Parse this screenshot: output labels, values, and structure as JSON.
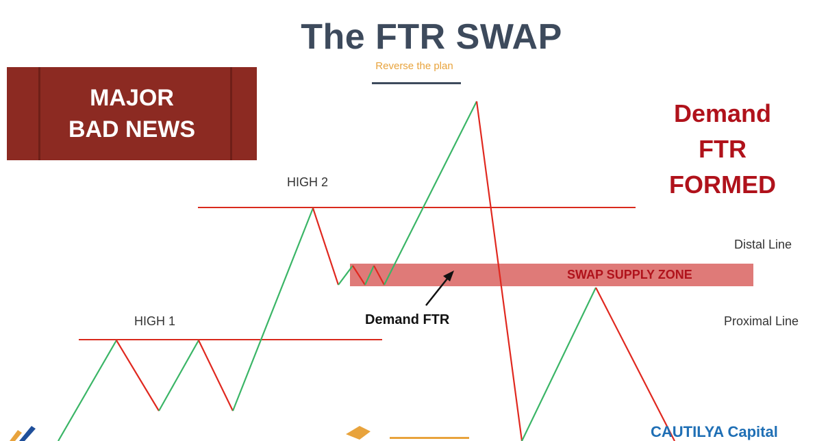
{
  "title": "The FTR SWAP",
  "subtitle": "Reverse the plan",
  "news_box": {
    "line1": "MAJOR",
    "line2": "BAD NEWS"
  },
  "demand_formed": {
    "line1": "Demand",
    "line2": "FTR",
    "line3": "FORMED"
  },
  "labels": {
    "high2": "HIGH 2",
    "high1": "HIGH 1",
    "distal": "Distal Line",
    "proximal": "Proximal Line",
    "zone": "SWAP SUPPLY ZONE",
    "demand_ftr": "Demand FTR"
  },
  "footer": {
    "right_logo": "CAUTILYA Capital"
  },
  "colors": {
    "up_leg": "#3ab566",
    "down_leg": "#e0281f",
    "level_line": "#d9291c",
    "zone_fill": "#df7a78",
    "title": "#3d4a5c",
    "news_box": "#8c2a22",
    "formed_text": "#b0121b"
  }
}
